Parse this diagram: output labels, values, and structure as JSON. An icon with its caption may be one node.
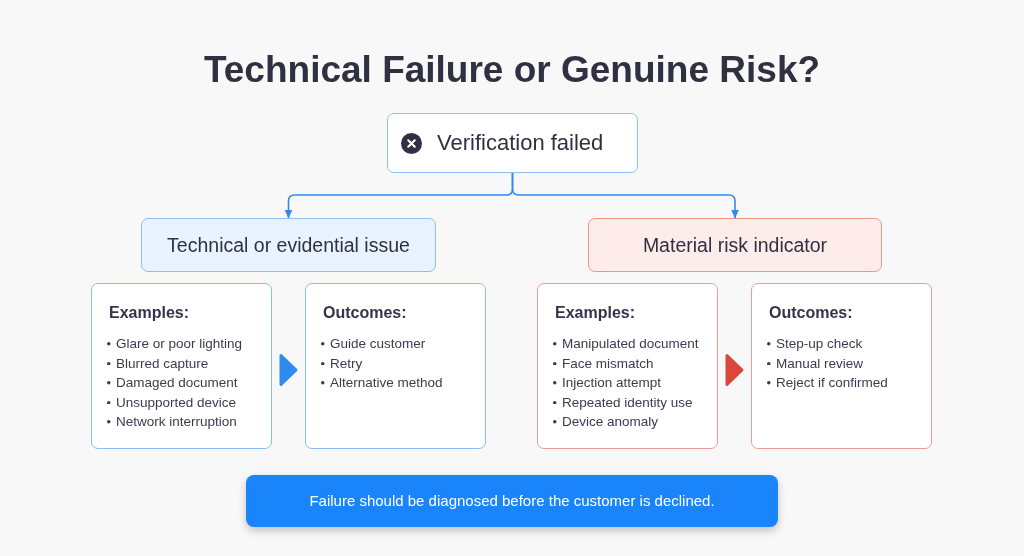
{
  "diagram": {
    "title": "Technical Failure or Genuine Risk?",
    "nodes": [
      {
        "text": [
          "Verification failed"
        ]
      },
      {
        "text": [
          "Technical or evidential issue"
        ]
      },
      {
        "text": [
          "Material risk indicator"
        ]
      },
      {
        "text": [
          "Examples:",
          "Glare or poor lighting",
          "Blurred capture",
          "Damaged document",
          "Unsupported device",
          "Network interruption"
        ]
      },
      {
        "text": [
          "Outcomes:",
          "Guide customer",
          "Retry",
          "Alternative method"
        ]
      },
      {
        "text": [
          "Examples:",
          "Manipulated document",
          "Face mismatch",
          "Injection attempt",
          "Repeated identity use",
          "Device anomaly"
        ]
      },
      {
        "text": [
          "Outcomes:",
          "Step-up check",
          "Manual review",
          "Reject if confirmed"
        ]
      },
      {
        "text": [
          "Failure should be diagnosed before the customer is declined."
        ]
      }
    ],
    "edges": [
      {
        "from": 0,
        "to": 1,
        "arrow": "to"
      },
      {
        "from": 0,
        "to": 2,
        "arrow": "to"
      },
      {
        "from": 3,
        "to": 4,
        "arrow": "to"
      },
      {
        "from": 5,
        "to": 6,
        "arrow": "to",
        "color": "#d9483b"
      }
    ]
  }
}
